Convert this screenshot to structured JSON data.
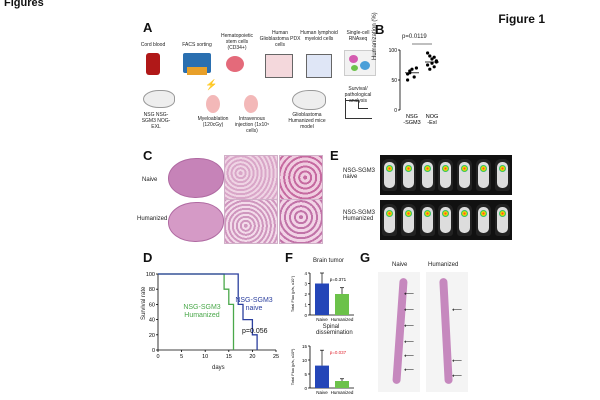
{
  "header": "Figures",
  "figure_label": "Figure 1",
  "panels": {
    "A": {
      "label": "A",
      "cord_blood": "Cord blood",
      "facs": "FACS sorting",
      "hsc": "Hematopoietic stem cells (CD34+)",
      "pdx": "Human Glioblastoma PDX cells",
      "lymphoid": "Human lymphoid myeloid cells",
      "scrna": "Single-cell RNAseq",
      "survival": "Survival/ pathological analysis",
      "mice": "NSG NSG-SGM3 NOG-EXL",
      "myelo": "Myeloablation (120cGy)",
      "iv": "Intravenous injection (1x10⁵ cells)",
      "model": "Glioblastoma Humanized mice model"
    },
    "B": {
      "label": "B",
      "ylabel": "Humanization (%)",
      "pvalue": "p=0.0119",
      "yticks": [
        "0",
        "50",
        "100"
      ],
      "xcats": [
        "NSG -SGM3",
        "NOG -Exl"
      ]
    },
    "C": {
      "label": "C",
      "row1": "Naive",
      "row2": "Humanized"
    },
    "E": {
      "label": "E",
      "row1": "NSG-SGM3 naive",
      "row2": "NSG-SGM3 Humanized"
    },
    "D": {
      "label": "D",
      "ylabel": "Survival rate",
      "xlabel": "days",
      "legend_humanized": "NSG-SGM3 Humanized",
      "legend_naive": "NSG-SGM3 naive",
      "pvalue": "p=0.056",
      "yticks": [
        "0",
        "20",
        "40",
        "60",
        "80",
        "100"
      ],
      "xticks": [
        "0",
        "5",
        "10",
        "15",
        "20",
        "25"
      ]
    },
    "F": {
      "label": "F",
      "title1": "Brain tumor",
      "title2": "Spinal dissemination",
      "ylabel1": "Total Flux (p/s, x10⁷)",
      "ylabel2": "Total Flux (p/s, x10⁸)",
      "p1": "p=0.371",
      "p2": "p=0.037",
      "cats": [
        "Naive",
        "Humanized"
      ],
      "yticks1": [
        "0",
        "1",
        "2",
        "3",
        "4"
      ],
      "yticks2": [
        "0",
        "5",
        "10",
        "15"
      ]
    },
    "G": {
      "label": "G",
      "col1": "Naive",
      "col2": "Humanized"
    }
  },
  "colors": {
    "naive": "#2b3f9e",
    "humanized": "#4aa84a",
    "bar_naive": "#2446b8",
    "bar_humanized": "#6cc24a",
    "p_red": "#e0242f"
  },
  "chart_data": [
    {
      "type": "scatter",
      "ylabel": "Humanization (%)",
      "ylim": [
        0,
        100
      ],
      "categories": [
        "NSG -SGM3",
        "NOG -Exl"
      ],
      "series": [
        {
          "values": [
            60,
            65,
            68,
            55,
            70,
            50,
            62
          ]
        },
        {
          "values": [
            75,
            90,
            85,
            72,
            80,
            95,
            68,
            78,
            88,
            82
          ]
        }
      ],
      "means": [
        62,
        80
      ]
    },
    {
      "type": "line",
      "xlabel": "days",
      "ylabel": "Survival rate",
      "xlim": [
        0,
        25
      ],
      "ylim": [
        0,
        100
      ],
      "series": [
        {
          "name": "NSG-SGM3 Humanized",
          "points": [
            [
              0,
              100
            ],
            [
              14,
              100
            ],
            [
              14,
              80
            ],
            [
              15,
              80
            ],
            [
              15,
              60
            ],
            [
              16,
              60
            ],
            [
              16,
              0
            ]
          ]
        },
        {
          "name": "NSG-SGM3 naive",
          "points": [
            [
              0,
              100
            ],
            [
              17,
              100
            ],
            [
              17,
              60
            ],
            [
              18,
              60
            ],
            [
              18,
              40
            ],
            [
              20,
              40
            ],
            [
              20,
              20
            ],
            [
              21,
              20
            ],
            [
              21,
              0
            ]
          ]
        }
      ]
    },
    {
      "type": "bar",
      "title": "Brain tumor",
      "categories": [
        "Naive",
        "Humanized"
      ],
      "values": [
        3.0,
        2.0
      ],
      "errors": [
        1.2,
        0.6
      ],
      "ylim": [
        0,
        4
      ]
    },
    {
      "type": "bar",
      "title": "Spinal dissemination",
      "categories": [
        "Naive",
        "Humanized"
      ],
      "values": [
        8.0,
        2.5
      ],
      "errors": [
        5.5,
        0.8
      ],
      "ylim": [
        0,
        15
      ]
    }
  ]
}
